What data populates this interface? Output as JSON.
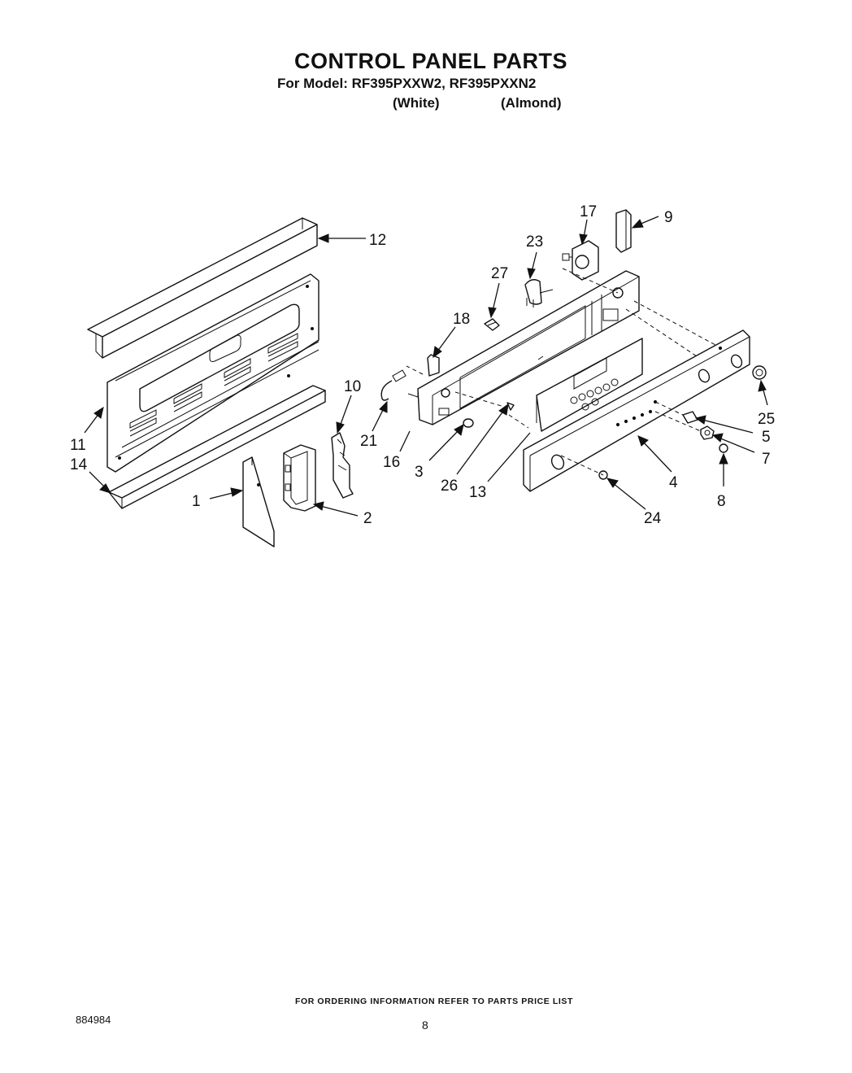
{
  "header": {
    "title": "CONTROL PANEL PARTS",
    "model_line": "For Model: RF395PXXW2, RF395PXXN2",
    "variant_white": "(White)",
    "variant_almond": "(Almond)"
  },
  "callouts": {
    "c1": "1",
    "c2": "2",
    "c3": "3",
    "c4": "4",
    "c5": "5",
    "c7": "7",
    "c8": "8",
    "c9": "9",
    "c10": "10",
    "c11": "11",
    "c12": "12",
    "c13": "13",
    "c14": "14",
    "c16": "16",
    "c17": "17",
    "c18": "18",
    "c21": "21",
    "c23": "23",
    "c24": "24",
    "c25": "25",
    "c26": "26",
    "c27": "27"
  },
  "footer": {
    "ordering_note": "FOR ORDERING INFORMATION REFER TO PARTS PRICE LIST",
    "document_number": "884984",
    "page_number": "8"
  }
}
